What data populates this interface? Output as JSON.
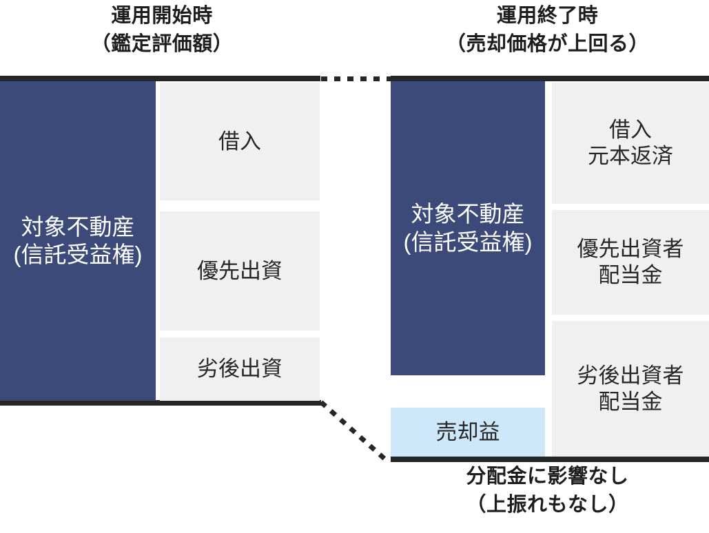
{
  "headings": {
    "left": {
      "line1": "運用開始時",
      "line2": "（鑑定評価額）"
    },
    "right": {
      "line1": "運用終了時",
      "line2": "（売却価格が上回る）"
    }
  },
  "colors": {
    "asset": "#3b4a79",
    "tranche": "#f0f0f0",
    "gain": "#cde8fb",
    "rule": "#262626",
    "text_dark": "#262626",
    "text_light": "#ffffff"
  },
  "left_diagram": {
    "asset": {
      "line1": "対象不動産",
      "line2": "(信託受益権)"
    },
    "tranches": [
      {
        "line1": "借入",
        "line2": ""
      },
      {
        "line1": "優先出資",
        "line2": ""
      },
      {
        "line1": "劣後出資",
        "line2": ""
      }
    ]
  },
  "right_diagram": {
    "asset": {
      "line1": "対象不動産",
      "line2": "(信託受益権)"
    },
    "gain": {
      "line1": "売却益",
      "line2": ""
    },
    "tranches": [
      {
        "line1": "借入",
        "line2": "元本返済"
      },
      {
        "line1": "優先出資者",
        "line2": "配当金"
      },
      {
        "line1": "劣後出資者",
        "line2": "配当金"
      }
    ]
  },
  "footer": {
    "line1": "分配金に影響なし",
    "line2": "（上振れもなし）"
  }
}
